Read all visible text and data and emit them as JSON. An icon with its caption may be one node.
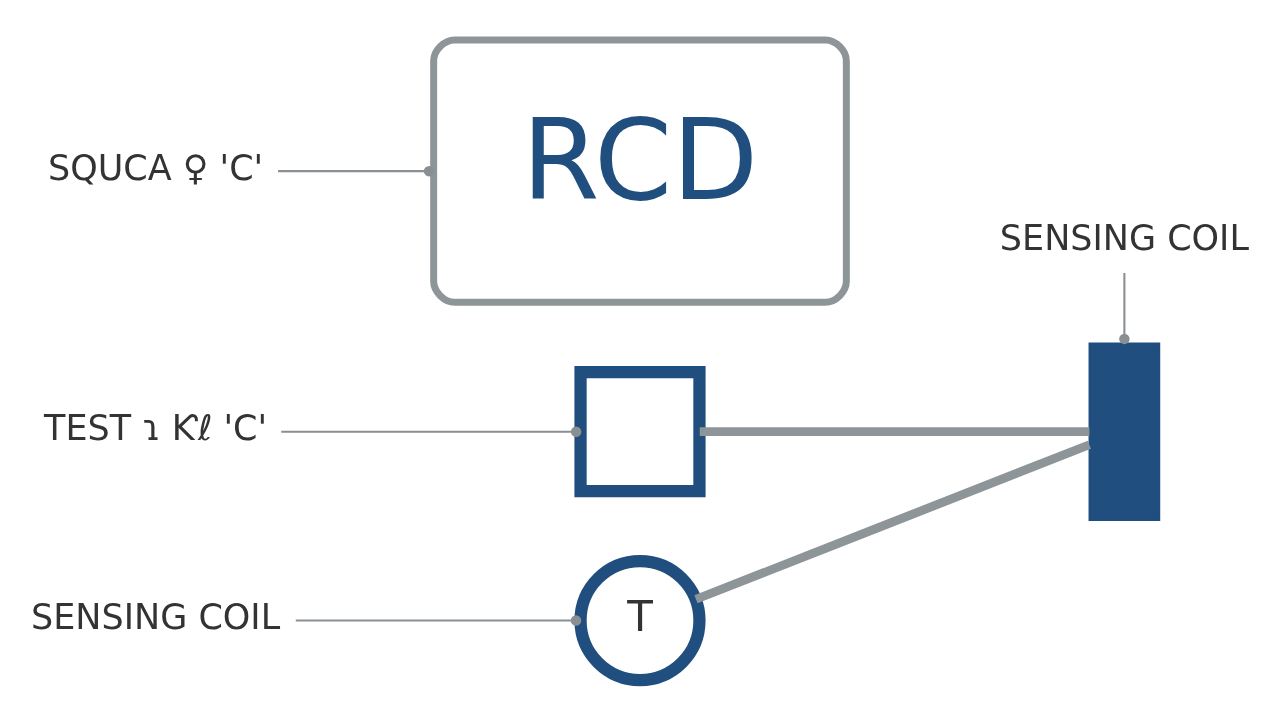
{
  "diagram": {
    "nodes": [
      {
        "text": [],
        "shape": "box"
      },
      {
        "text": [
          "TEST ɿ Ƙℓ 'C'"
        ]
      },
      {
        "text": [
          "RCD"
        ]
      },
      {
        "text": [],
        "shape": "bar"
      },
      {
        "text": [
          "SENSING COIL"
        ]
      },
      {
        "text": [
          "SQUCA ♀ 'C'"
        ]
      },
      {
        "text": [
          "T"
        ]
      },
      {
        "text": [
          "SENSING COIL"
        ]
      }
    ],
    "edges": [
      {
        "from": 0,
        "to": 3,
        "arrow": "none",
        "style": "thick"
      },
      {
        "from": 3,
        "to": 6,
        "arrow": "none",
        "style": "thick"
      },
      {
        "from": 1,
        "to": 0,
        "arrow": "other"
      },
      {
        "from": 5,
        "to": 2,
        "arrow": "other"
      },
      {
        "from": 4,
        "to": 3,
        "arrow": "other"
      },
      {
        "from": 7,
        "to": 6,
        "arrow": "other"
      }
    ]
  }
}
